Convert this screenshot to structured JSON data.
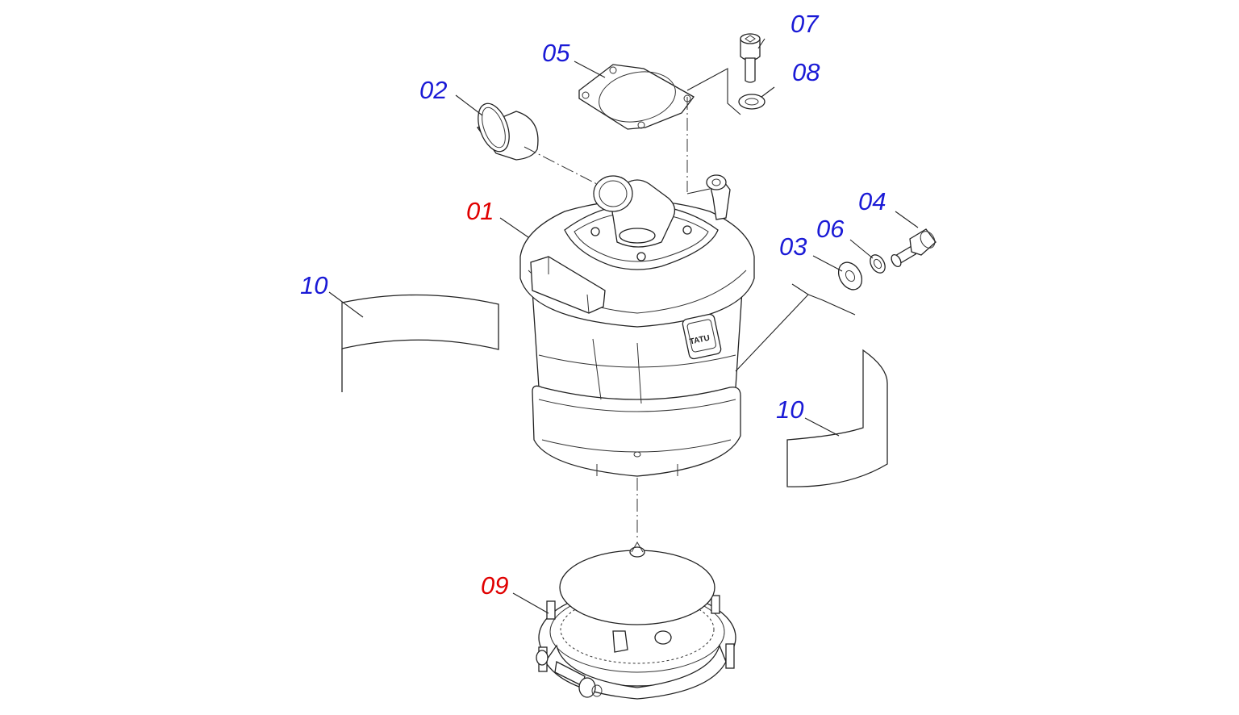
{
  "colors": {
    "primary_callout": "#e00000",
    "secondary_callout": "#1a1ad6",
    "line": "#222222"
  },
  "callouts": [
    {
      "id": "01",
      "label": "01",
      "color": "#e00000"
    },
    {
      "id": "02",
      "label": "02",
      "color": "#1a1ad6"
    },
    {
      "id": "03",
      "label": "03",
      "color": "#1a1ad6"
    },
    {
      "id": "04",
      "label": "04",
      "color": "#1a1ad6"
    },
    {
      "id": "05",
      "label": "05",
      "color": "#1a1ad6"
    },
    {
      "id": "06",
      "label": "06",
      "color": "#1a1ad6"
    },
    {
      "id": "07",
      "label": "07",
      "color": "#1a1ad6"
    },
    {
      "id": "08",
      "label": "08",
      "color": "#1a1ad6"
    },
    {
      "id": "09",
      "label": "09",
      "color": "#e00000"
    },
    {
      "id": "10a",
      "label": "10",
      "color": "#1a1ad6"
    },
    {
      "id": "10b",
      "label": "10",
      "color": "#1a1ad6"
    }
  ],
  "logo_text": "TATU"
}
